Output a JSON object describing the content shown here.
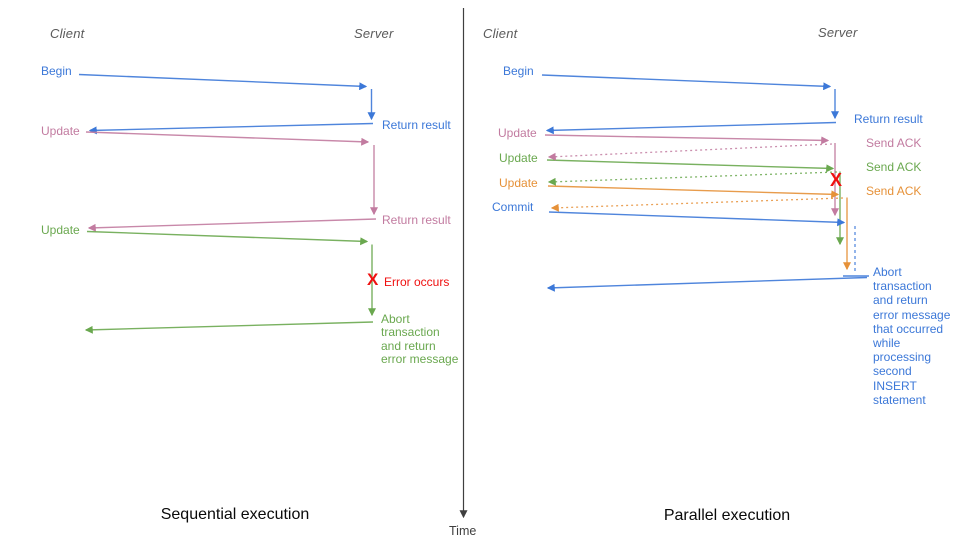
{
  "palette": {
    "blue": "#3c78d8",
    "pink": "#c27ba0",
    "green": "#6aa84f",
    "orange": "#e69138",
    "red": "#ef1010",
    "axis": "#3f3f3f",
    "header": "#5a5a5a",
    "title": "#0a0a0a"
  },
  "time_label": "Time",
  "left": {
    "title": "Sequential execution",
    "client_header": "Client",
    "server_header": "Server",
    "begin": "Begin",
    "begin_return": "Return result",
    "update1": "Update",
    "update1_return": "Return result",
    "update2": "Update",
    "error_marker": "X",
    "error_label": "Error occurs",
    "abort_text": "Abort\ntransaction\nand return\nerror message"
  },
  "right": {
    "title": "Parallel execution",
    "client_header": "Client",
    "server_header": "Server",
    "begin": "Begin",
    "begin_return": "Return result",
    "update1": "Update",
    "update1_ack": "Send ACK",
    "update2": "Update",
    "update2_ack": "Send ACK",
    "update3": "Update",
    "update3_ack": "Send ACK",
    "commit": "Commit",
    "error_marker": "X",
    "abort_text": "Abort\ntransaction\nand return\nerror message\nthat occurred\nwhile\nprocessing\nsecond\nINSERT\nstatement"
  }
}
